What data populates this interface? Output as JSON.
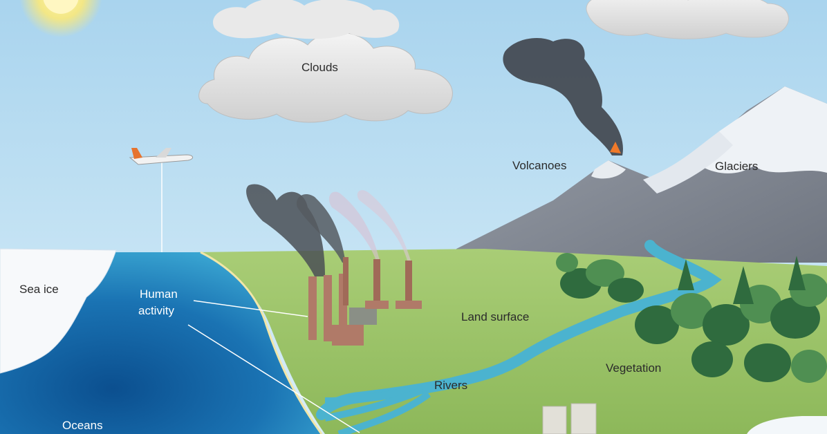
{
  "diagram": {
    "labels": {
      "clouds": "Clouds",
      "volcanoes": "Volcanoes",
      "glaciers": "Glaciers",
      "sea_ice": "Sea ice",
      "human_activity_line1": "Human",
      "human_activity_line2": "activity",
      "land_surface": "Land surface",
      "vegetation": "Vegetation",
      "rivers": "Rivers",
      "oceans": "Oceans"
    }
  },
  "colors": {
    "sky_top": "#a9d4ee",
    "sky_bottom": "#d6ecf7",
    "ocean_deep": "#0b4f8f",
    "ocean_shallow": "#3aa6d2",
    "land": "#9dc36a",
    "river": "#4bb3cf",
    "mountain": "#8a8f99",
    "snow": "#eef2f6",
    "smoke": "#4a4f55",
    "factory": "#b07a68",
    "tree_dark": "#2f6b3e",
    "tree_light": "#4f8f52"
  },
  "icons": [
    "sun-icon",
    "airplane-icon",
    "factory-icon",
    "volcano-icon",
    "tree-icon",
    "building-icon"
  ]
}
